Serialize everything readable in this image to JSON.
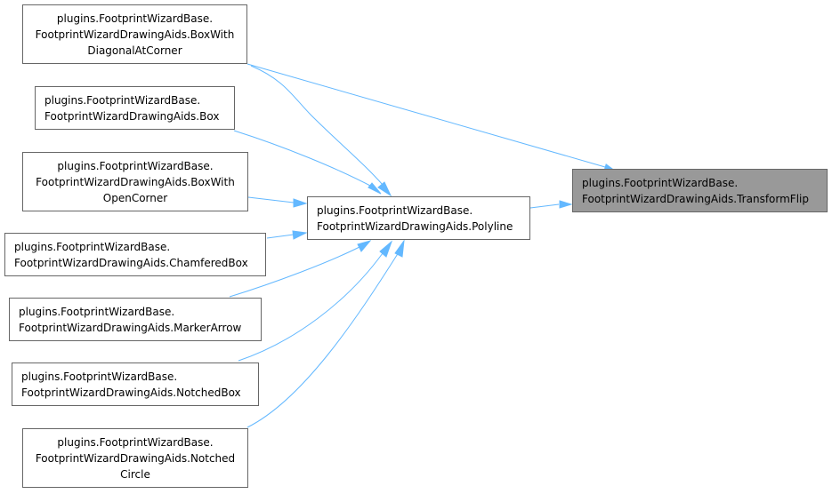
{
  "colors": {
    "edge": "#63b8ff",
    "border": "#666666",
    "highlight_fill": "#999999"
  },
  "nodes": {
    "box_with_diagonal": {
      "lines": [
        "plugins.FootprintWizardBase.",
        "FootprintWizardDrawingAids.BoxWith",
        "DiagonalAtCorner"
      ]
    },
    "box": {
      "lines": [
        "plugins.FootprintWizardBase.",
        "FootprintWizardDrawingAids.Box"
      ]
    },
    "box_with_open_corner": {
      "lines": [
        "plugins.FootprintWizardBase.",
        "FootprintWizardDrawingAids.BoxWith",
        "OpenCorner"
      ]
    },
    "chamfered_box": {
      "lines": [
        "plugins.FootprintWizardBase.",
        "FootprintWizardDrawingAids.ChamferedBox"
      ]
    },
    "marker_arrow": {
      "lines": [
        "plugins.FootprintWizardBase.",
        "FootprintWizardDrawingAids.MarkerArrow"
      ]
    },
    "notched_box": {
      "lines": [
        "plugins.FootprintWizardBase.",
        "FootprintWizardDrawingAids.NotchedBox"
      ]
    },
    "notched_circle": {
      "lines": [
        "plugins.FootprintWizardBase.",
        "FootprintWizardDrawingAids.Notched",
        "Circle"
      ]
    },
    "polyline": {
      "lines": [
        "plugins.FootprintWizardBase.",
        "FootprintWizardDrawingAids.Polyline"
      ]
    },
    "transform_flip": {
      "lines": [
        "plugins.FootprintWizardBase.",
        "FootprintWizardDrawingAids.TransformFlip"
      ]
    }
  }
}
